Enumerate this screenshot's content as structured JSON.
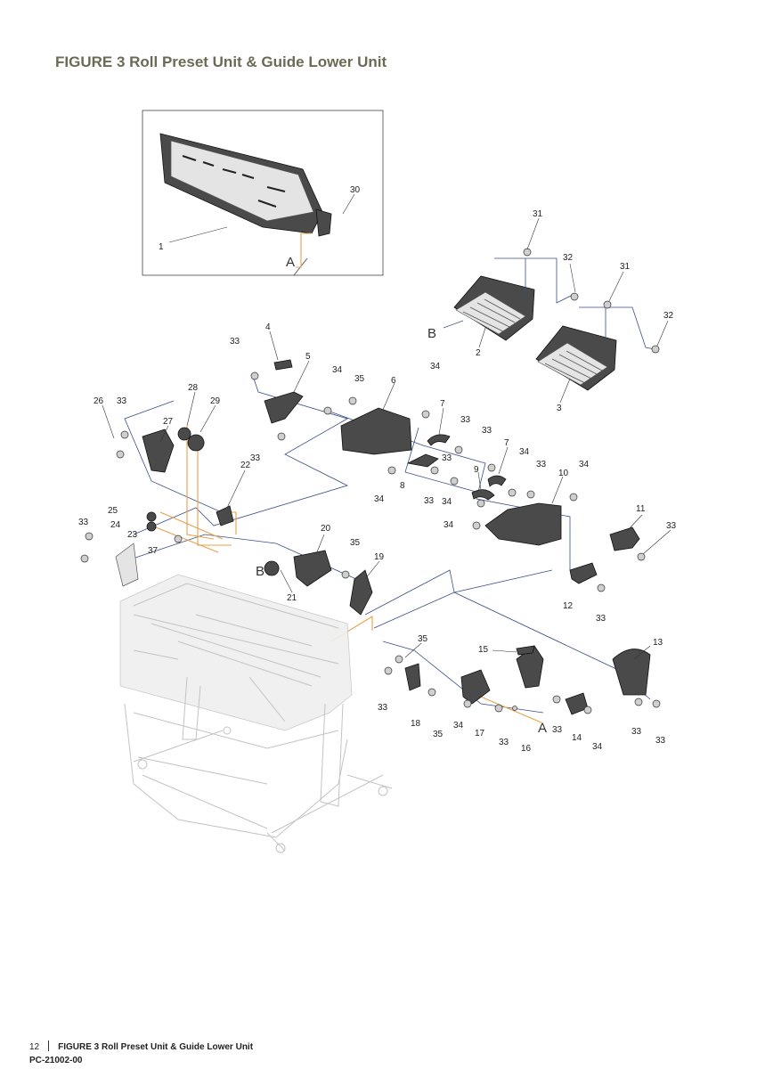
{
  "header": {
    "title": "FIGURE 3  Roll Preset Unit & Guide Lower Unit"
  },
  "diagram": {
    "letters": [
      "A",
      "B",
      "B",
      "A"
    ],
    "callouts": [
      "30",
      "1",
      "31",
      "32",
      "31",
      "32",
      "2",
      "3",
      "33",
      "4",
      "5",
      "34",
      "35",
      "6",
      "34",
      "26",
      "33",
      "28",
      "29",
      "27",
      "7",
      "33",
      "33",
      "7",
      "34",
      "33",
      "34",
      "33",
      "8",
      "33",
      "9",
      "10",
      "34",
      "34",
      "33",
      "22",
      "34",
      "11",
      "33",
      "25",
      "24",
      "23",
      "33",
      "37",
      "20",
      "35",
      "19",
      "21",
      "12",
      "33",
      "13",
      "35",
      "15",
      "33",
      "18",
      "35",
      "34",
      "17",
      "33",
      "16",
      "33",
      "14",
      "34",
      "33",
      "33"
    ]
  },
  "footer": {
    "page_number": "12",
    "caption": "FIGURE 3  Roll Preset Unit & Guide Lower Unit",
    "doc_code": "PC-21002-00"
  }
}
